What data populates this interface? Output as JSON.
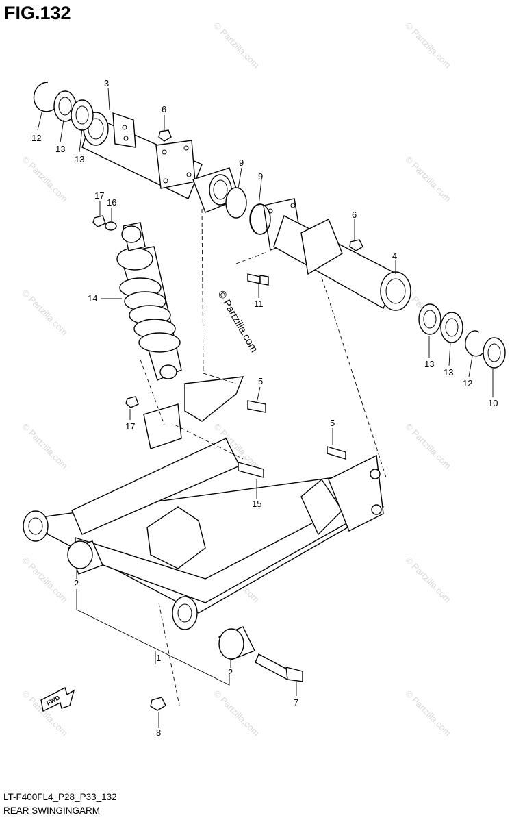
{
  "figure": {
    "title": "FIG.132"
  },
  "footer": {
    "model_code": "LT-F400FL4_P28_P33_132",
    "section_name": "REAR SWINGINGARM"
  },
  "watermark": {
    "text": "© Partzilla.com"
  },
  "fwd_label": "FWD",
  "callouts": {
    "c1": "1",
    "c2a": "2",
    "c2b": "2",
    "c3": "3",
    "c4": "4",
    "c5a": "5",
    "c5b": "5",
    "c6a": "6",
    "c6b": "6",
    "c7": "7",
    "c8": "8",
    "c9a": "9",
    "c9b": "9",
    "c10": "10",
    "c11": "11",
    "c12a": "12",
    "c12b": "12",
    "c13a": "13",
    "c13b": "13",
    "c13c": "13",
    "c13d": "13",
    "c14": "14",
    "c15": "15",
    "c16": "16",
    "c17a": "17",
    "c17b": "17"
  }
}
